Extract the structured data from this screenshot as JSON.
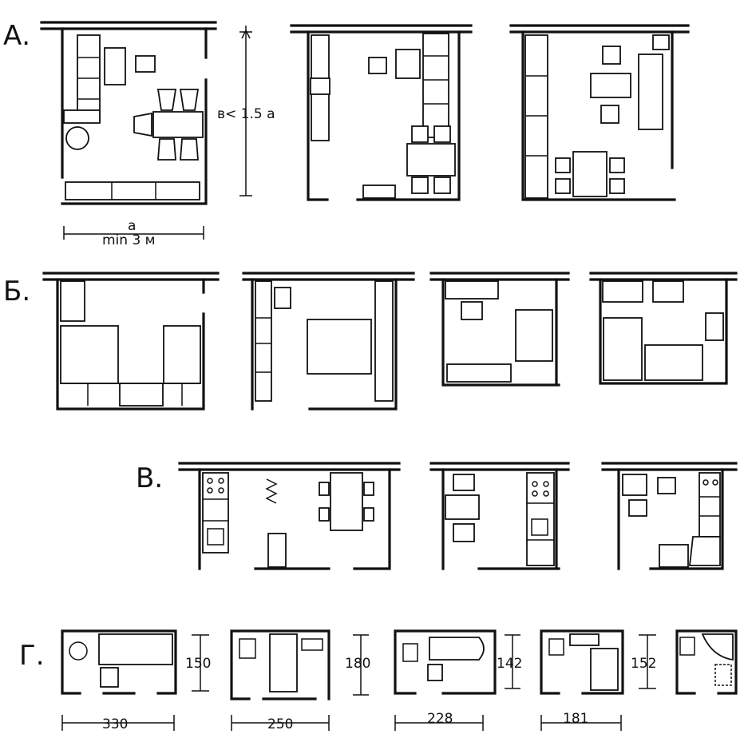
{
  "rows": {
    "a": {
      "letter": "А.",
      "dim_a": "a",
      "dim_min": "min 3 м",
      "dim_b": "в< 1.5 a"
    },
    "b": {
      "letter": "Б."
    },
    "v": {
      "letter": "В."
    },
    "g": {
      "letter": "Г.",
      "widths": [
        "330",
        "250",
        "228",
        "181"
      ],
      "heights": [
        "150",
        "180",
        "142",
        "152"
      ]
    }
  },
  "colors": {
    "ink": "#111111",
    "paper": "#ffffff"
  }
}
